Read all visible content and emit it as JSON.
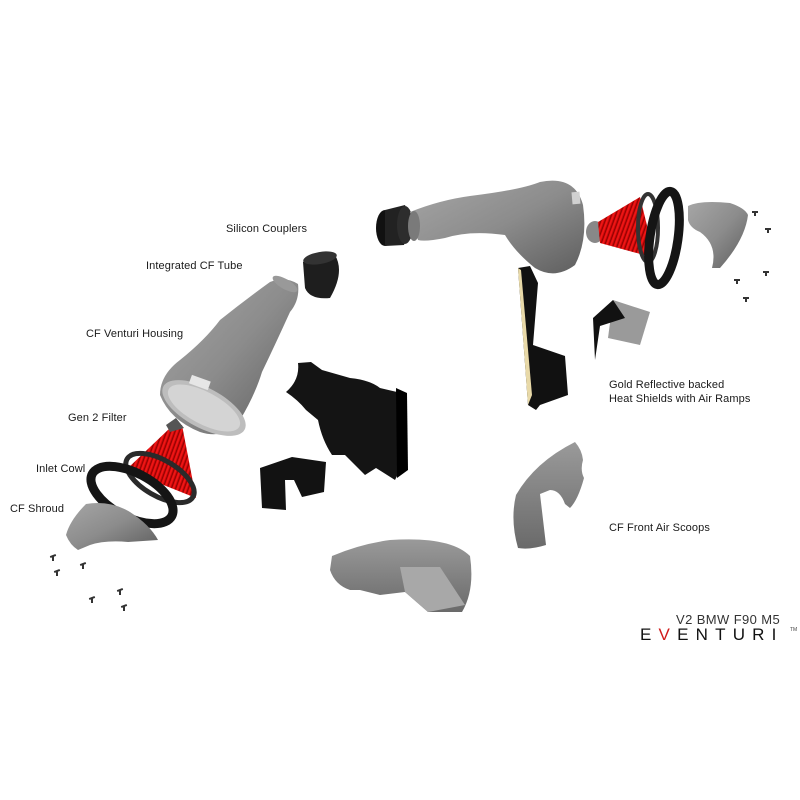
{
  "labels": {
    "silicon_couplers": "Silicon Couplers",
    "integrated_cf_tube": "Integrated CF Tube",
    "cf_venturi_housing": "CF Venturi Housing",
    "gen2_filter": "Gen 2 Filter",
    "inlet_cowl": "Inlet Cowl",
    "cf_shroud": "CF Shroud",
    "heat_shields_line1": "Gold Reflective backed",
    "heat_shields_line2": "Heat Shields with Air Ramps",
    "cf_front_air_scoops": "CF Front Air Scoops"
  },
  "branding": {
    "model": "V2 BMW F90 M5",
    "logo_prefix": "E",
    "logo_v": "V",
    "logo_suffix": "ENTURI",
    "trademark": "TM"
  },
  "colors": {
    "carbon_grey": "#8a8a8a",
    "filter_red": "#e01010",
    "black_parts": "#1a1a1a",
    "gold_foil": "#e8d9a8",
    "logo_accent": "#d11a1a"
  }
}
